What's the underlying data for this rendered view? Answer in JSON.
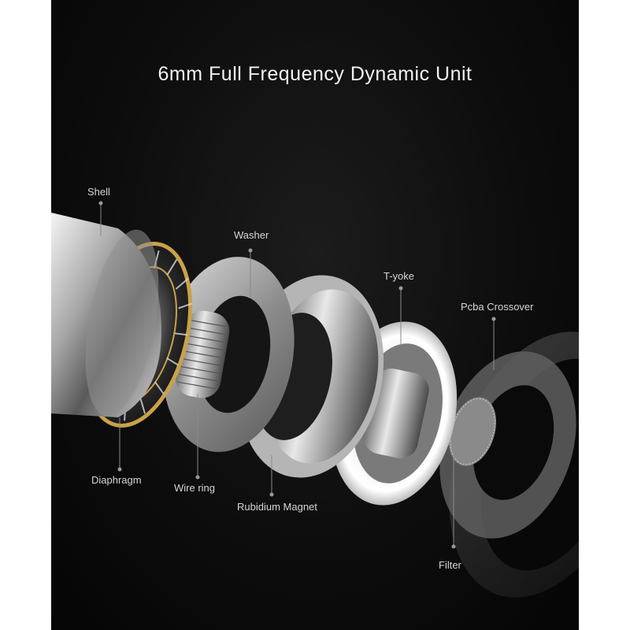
{
  "title": "6mm Full Frequency Dynamic Unit",
  "labels": {
    "shell": "Shell",
    "washer": "Washer",
    "t_yoke": "T-yoke",
    "pcba_crossover": "Pcba Crossover",
    "diaphragm": "Diaphragm",
    "wire_ring": "Wire ring",
    "rubidium_magnet": "Rubidium Magnet",
    "filter": "Filter"
  },
  "colors": {
    "background": "#0b0b0b",
    "text": "#e6e6e6",
    "diaphragm_rim": "#c9a14a",
    "metal": "#bfbfbf"
  }
}
